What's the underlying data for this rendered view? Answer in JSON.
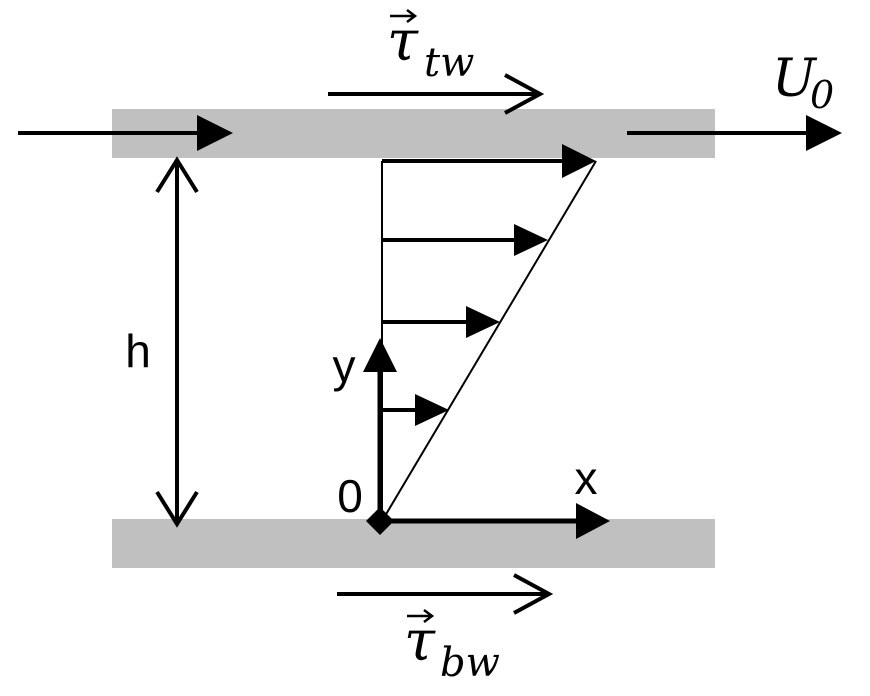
{
  "diagram": {
    "top_shear": {
      "symbol": "τ",
      "subscript": "tw"
    },
    "bottom_shear": {
      "symbol": "τ",
      "subscript": "bw"
    },
    "plate_velocity": {
      "symbol": "U",
      "subscript": "0"
    },
    "gap_label": "h",
    "axis_y_label": "y",
    "axis_x_label": "x",
    "origin_label": "0",
    "colors": {
      "plate": "#c0c0c0",
      "ink": "#000000"
    }
  }
}
